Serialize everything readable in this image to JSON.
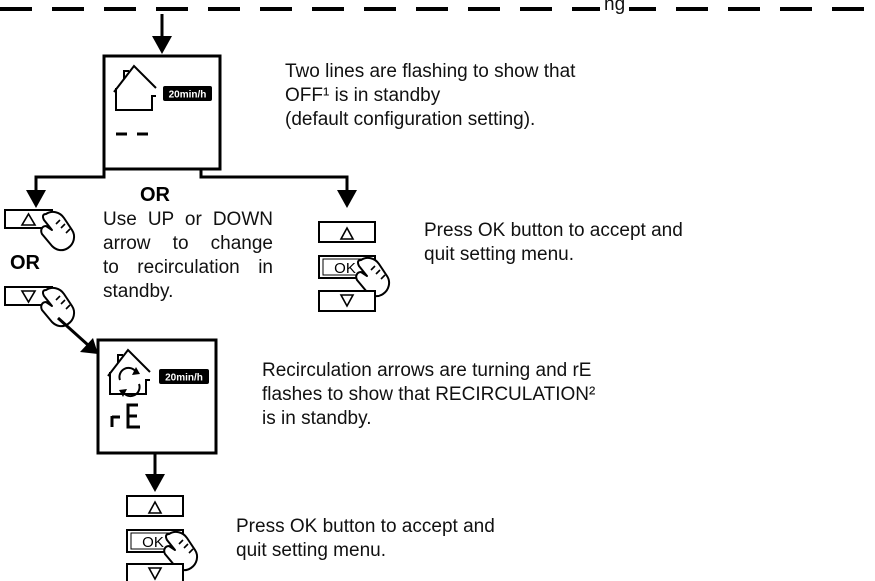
{
  "header_fragment": "ng",
  "display_badge": "20min/h",
  "or_label": "OR",
  "step_off": {
    "lines": [
      "Two lines are flashing to show that",
      "OFF¹ is in standby",
      "(default configuration setting)."
    ]
  },
  "left_instruction": {
    "lines": [
      "Use UP or DOWN",
      "arrow to change",
      "to recirculation in",
      "standby."
    ]
  },
  "ok_instruction_1": {
    "lines": [
      "Press OK button to accept and",
      "quit setting menu."
    ]
  },
  "step_recirc": {
    "display_text": "rE",
    "lines": [
      "Recirculation arrows are turning and rE",
      "flashes to show that RECIRCULATION²",
      "is in standby."
    ]
  },
  "ok_instruction_2": {
    "lines": [
      "Press OK button to accept and",
      "quit setting menu."
    ]
  },
  "button_labels": {
    "ok": "OK"
  },
  "icons": [
    "up-arrow-icon",
    "down-arrow-icon",
    "hand-pointer-icon",
    "house-icon",
    "recirculation-icon"
  ]
}
